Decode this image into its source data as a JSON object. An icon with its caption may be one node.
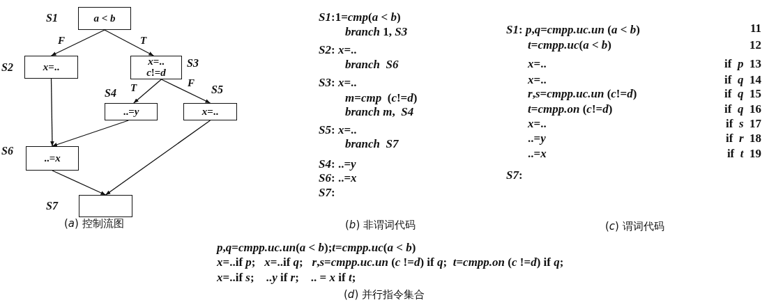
{
  "diagram": {
    "nodes": [
      {
        "text": [
          "*a* < *b*"
        ],
        "beside": [
          "S1"
        ]
      },
      {
        "text": [
          "*x*=.."
        ],
        "beside": [
          "S2"
        ]
      },
      {
        "text": [
          "*x*=..",
          "*c*!=*d*"
        ],
        "beside": [
          "S3"
        ]
      },
      {
        "text": [
          "..=*y*"
        ],
        "beside": [
          "S4"
        ]
      },
      {
        "text": [
          "*x*=.."
        ],
        "beside": [
          "S5"
        ]
      },
      {
        "text": [
          "..=*x*"
        ],
        "beside": [
          "S6"
        ]
      },
      {
        "text": [],
        "shape": "box",
        "beside": [
          "S7"
        ]
      }
    ],
    "edges": [
      {
        "from": 0,
        "to": 1,
        "arrow": "to",
        "label": "F"
      },
      {
        "from": 0,
        "to": 2,
        "arrow": "to",
        "label": "T"
      },
      {
        "from": 2,
        "to": 3,
        "arrow": "to",
        "label": "T"
      },
      {
        "from": 2,
        "to": 4,
        "arrow": "to",
        "label": "F"
      },
      {
        "from": 1,
        "to": 5,
        "arrow": "to"
      },
      {
        "from": 3,
        "to": 5,
        "arrow": "to"
      },
      {
        "from": 5,
        "to": 6,
        "arrow": "to"
      },
      {
        "from": 4,
        "to": 6,
        "arrow": "to"
      }
    ],
    "labels": [
      "(*a*) 控制流图",
      "*S1*:1=*cmp*(*a* < *b*)",
      "*branch* 1, *S3*",
      "*S2*: *x*=..",
      "*branch  S6*",
      "*S3*: *x*=..",
      "*m*=*cmp*  (*c*!=*d*)",
      "*branch m*,  *S4*",
      "*S5*: *x*=..",
      "*branch  S7*",
      "*S4*: ..=*y*",
      "*S6*: ..=*x*",
      "*S7*:",
      "(*b*) 非谓词代码",
      "*S1*: *p*,*q*=*cmpp.uc.un* (*a* < *b*)",
      "11",
      "*t*=*cmpp.uc*(*a* < *b*)",
      "12",
      "*x*=..",
      "if  *p*  13",
      "*x*=..",
      "if  *q*  14",
      "*r*,*s*=*cmpp.uc.un* (*c*!=*d*)",
      "if  *q*  15",
      "*t*=*cmpp.on* (*c*!=*d*)",
      "if  *q*  16",
      "*x*=..",
      "if  *s*  17",
      "..=*y*",
      "if  *r*  18",
      "..=*x*",
      "if  *t*  19",
      "*S7*:",
      "(*c*) 谓词代码",
      "*p*,*q*=*cmpp.uc.un*(*a* < *b*);*t*=*cmpp.uc*(*a* < *b*)",
      "*x*=..if *p*;   *x*=..if *q*;   *r*,*s*=*cmpp.uc.un* (*c* !=*d*) if *q*;  *t*=*cmpp.on* (*c* !=*d*) if *q*;",
      "*x*=..if *s*;    ..*y* if *r*;    .. = *x* if *t*;",
      "(*d*) 并行指令集合"
    ]
  }
}
